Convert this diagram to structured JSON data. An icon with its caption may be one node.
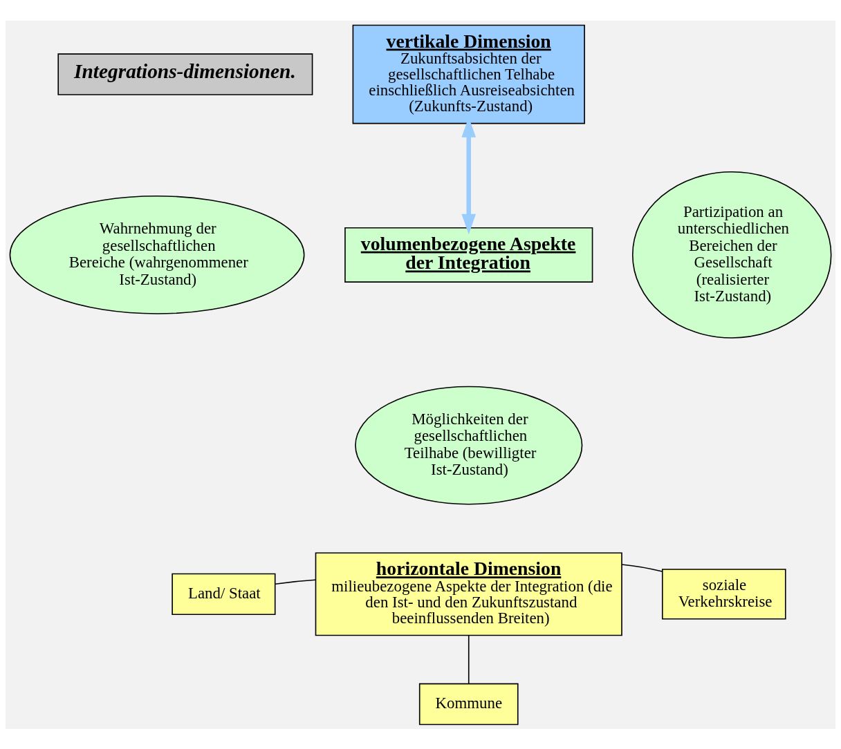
{
  "diagram": {
    "nodes": [
      {
        "text": [
          "Integrations-dimensionen."
        ]
      },
      {
        "text": [
          "vertikale Dimension",
          "Zukunftsabsichten der gesellschaftlichen Telhabe einschließlich Ausreiseabsichten (Zukunfts-Zustand)"
        ]
      },
      {
        "text": [
          "Wahrnehmung der gesellschaftlichen Bereiche (wahrgenommener Ist-Zustand)"
        ]
      },
      {
        "text": [
          "volumenbezogene Aspekte der Integration"
        ]
      },
      {
        "text": [
          "Partizipation an unterschiedlichen Bereichen der Gesellschaft (realisierter Ist-Zustand)"
        ]
      },
      {
        "text": [
          "Möglichkeiten der gesellschaftlichen Teilhabe (bewilligter Ist-Zustand)"
        ]
      },
      {
        "text": [
          "horizontale Dimension",
          "milieubezogene Aspekte der Integration (die den Ist- und den Zukunftszustand beeinflussenden Breiten)"
        ]
      },
      {
        "text": [
          "Land/ Staat"
        ]
      },
      {
        "text": [
          "soziale Verkehrskreise"
        ]
      },
      {
        "text": [
          "Kommune"
        ]
      }
    ],
    "edges": [
      {
        "from": 1,
        "to": 3,
        "arrow": "both",
        "style": "thick",
        "color": "#99ccff"
      },
      {
        "from": 7,
        "to": 6,
        "arrow": "none"
      },
      {
        "from": 6,
        "to": 8,
        "arrow": "none"
      },
      {
        "from": 6,
        "to": 9,
        "arrow": "none"
      }
    ]
  }
}
